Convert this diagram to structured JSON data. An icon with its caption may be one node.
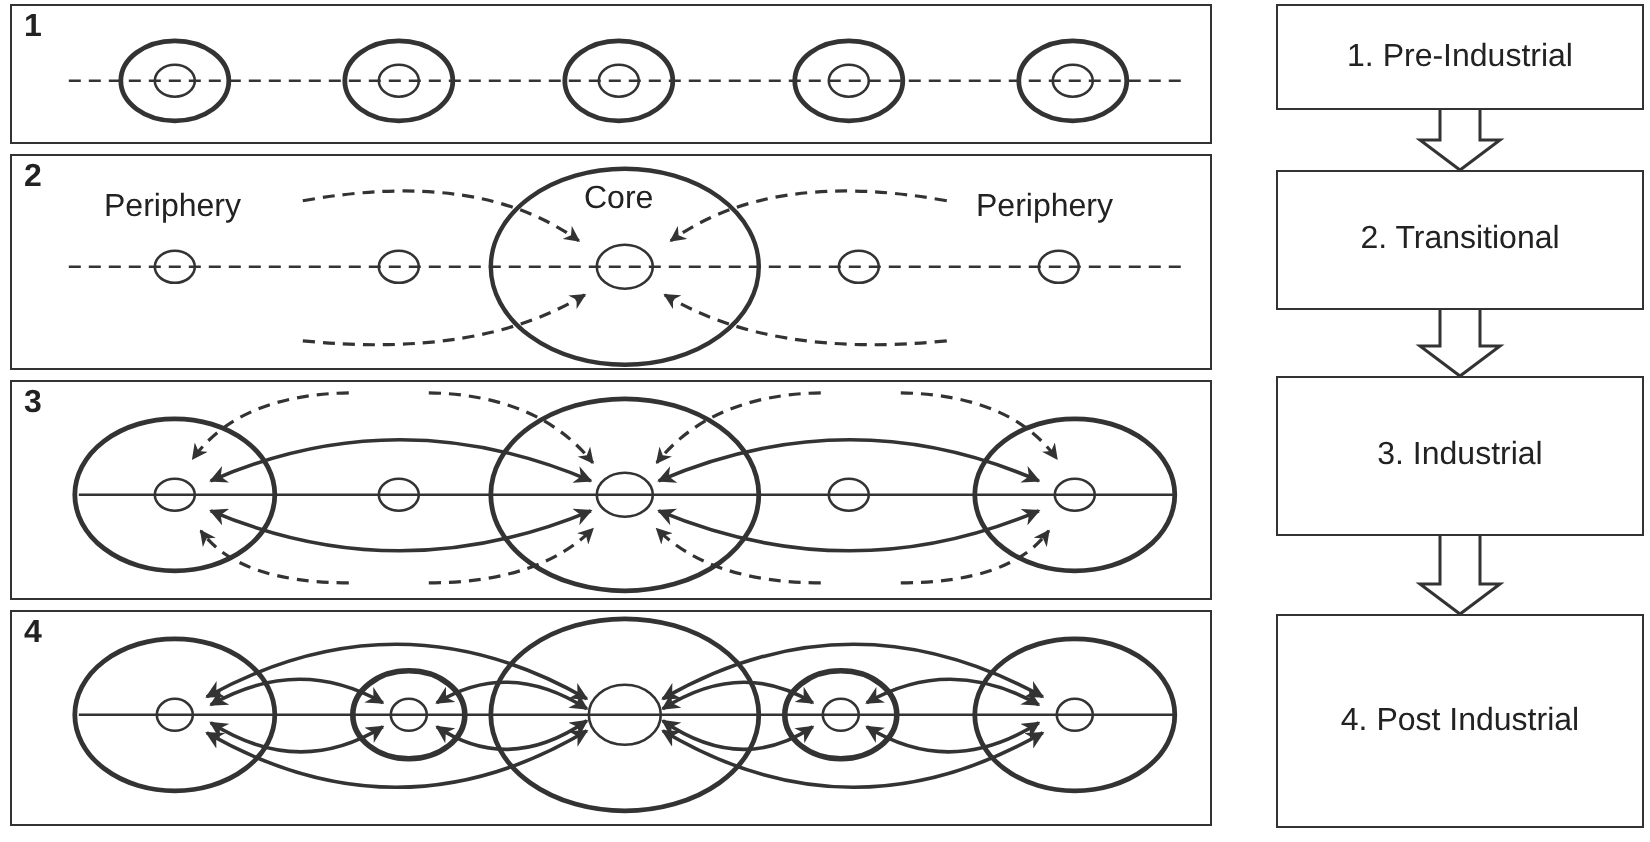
{
  "diagram": {
    "nodes": [
      {
        "text": [
          "1"
        ]
      },
      {
        "text": [
          "2"
        ]
      },
      {
        "text": [
          "3"
        ]
      },
      {
        "text": [
          "4"
        ]
      },
      {
        "text": [
          "1. Pre-Industrial"
        ]
      },
      {
        "text": [
          "2. Transitional"
        ]
      },
      {
        "text": [
          "3. Industrial"
        ]
      },
      {
        "text": [
          "4. Post Industrial"
        ]
      }
    ],
    "edges": [
      {
        "from": 4,
        "to": 5,
        "arrow": "to"
      },
      {
        "from": 5,
        "to": 6,
        "arrow": "to"
      },
      {
        "from": 6,
        "to": 7,
        "arrow": "to"
      }
    ],
    "labels": [
      "Periphery",
      "Core",
      "Periphery"
    ]
  }
}
